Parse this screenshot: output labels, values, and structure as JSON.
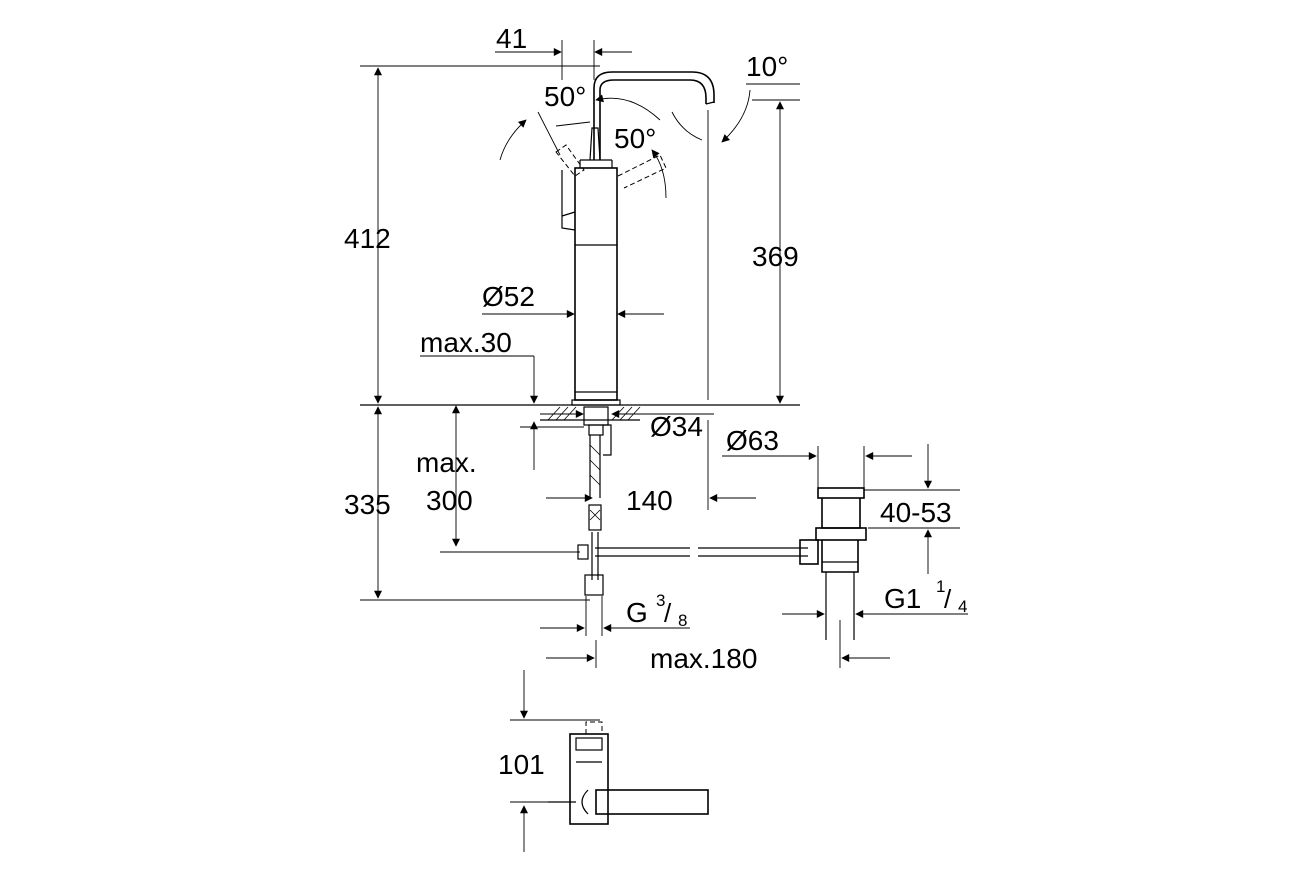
{
  "dimensions": {
    "d41": "41",
    "ang10": "10°",
    "ang50a": "50°",
    "ang50b": "50°",
    "h412": "412",
    "h369": "369",
    "dia52": "Ø52",
    "max30": "max.30",
    "dia34": "Ø34",
    "dia63": "Ø63",
    "max_word": "max.",
    "max300": "300",
    "d140": "140",
    "r40_53": "40-53",
    "h335": "335",
    "g38_base": "G",
    "g38_num": "3",
    "g38_den": "8",
    "g114_base": "G1",
    "g114_num": "1",
    "g114_den": "4",
    "max180": "max.180",
    "h101": "101"
  }
}
